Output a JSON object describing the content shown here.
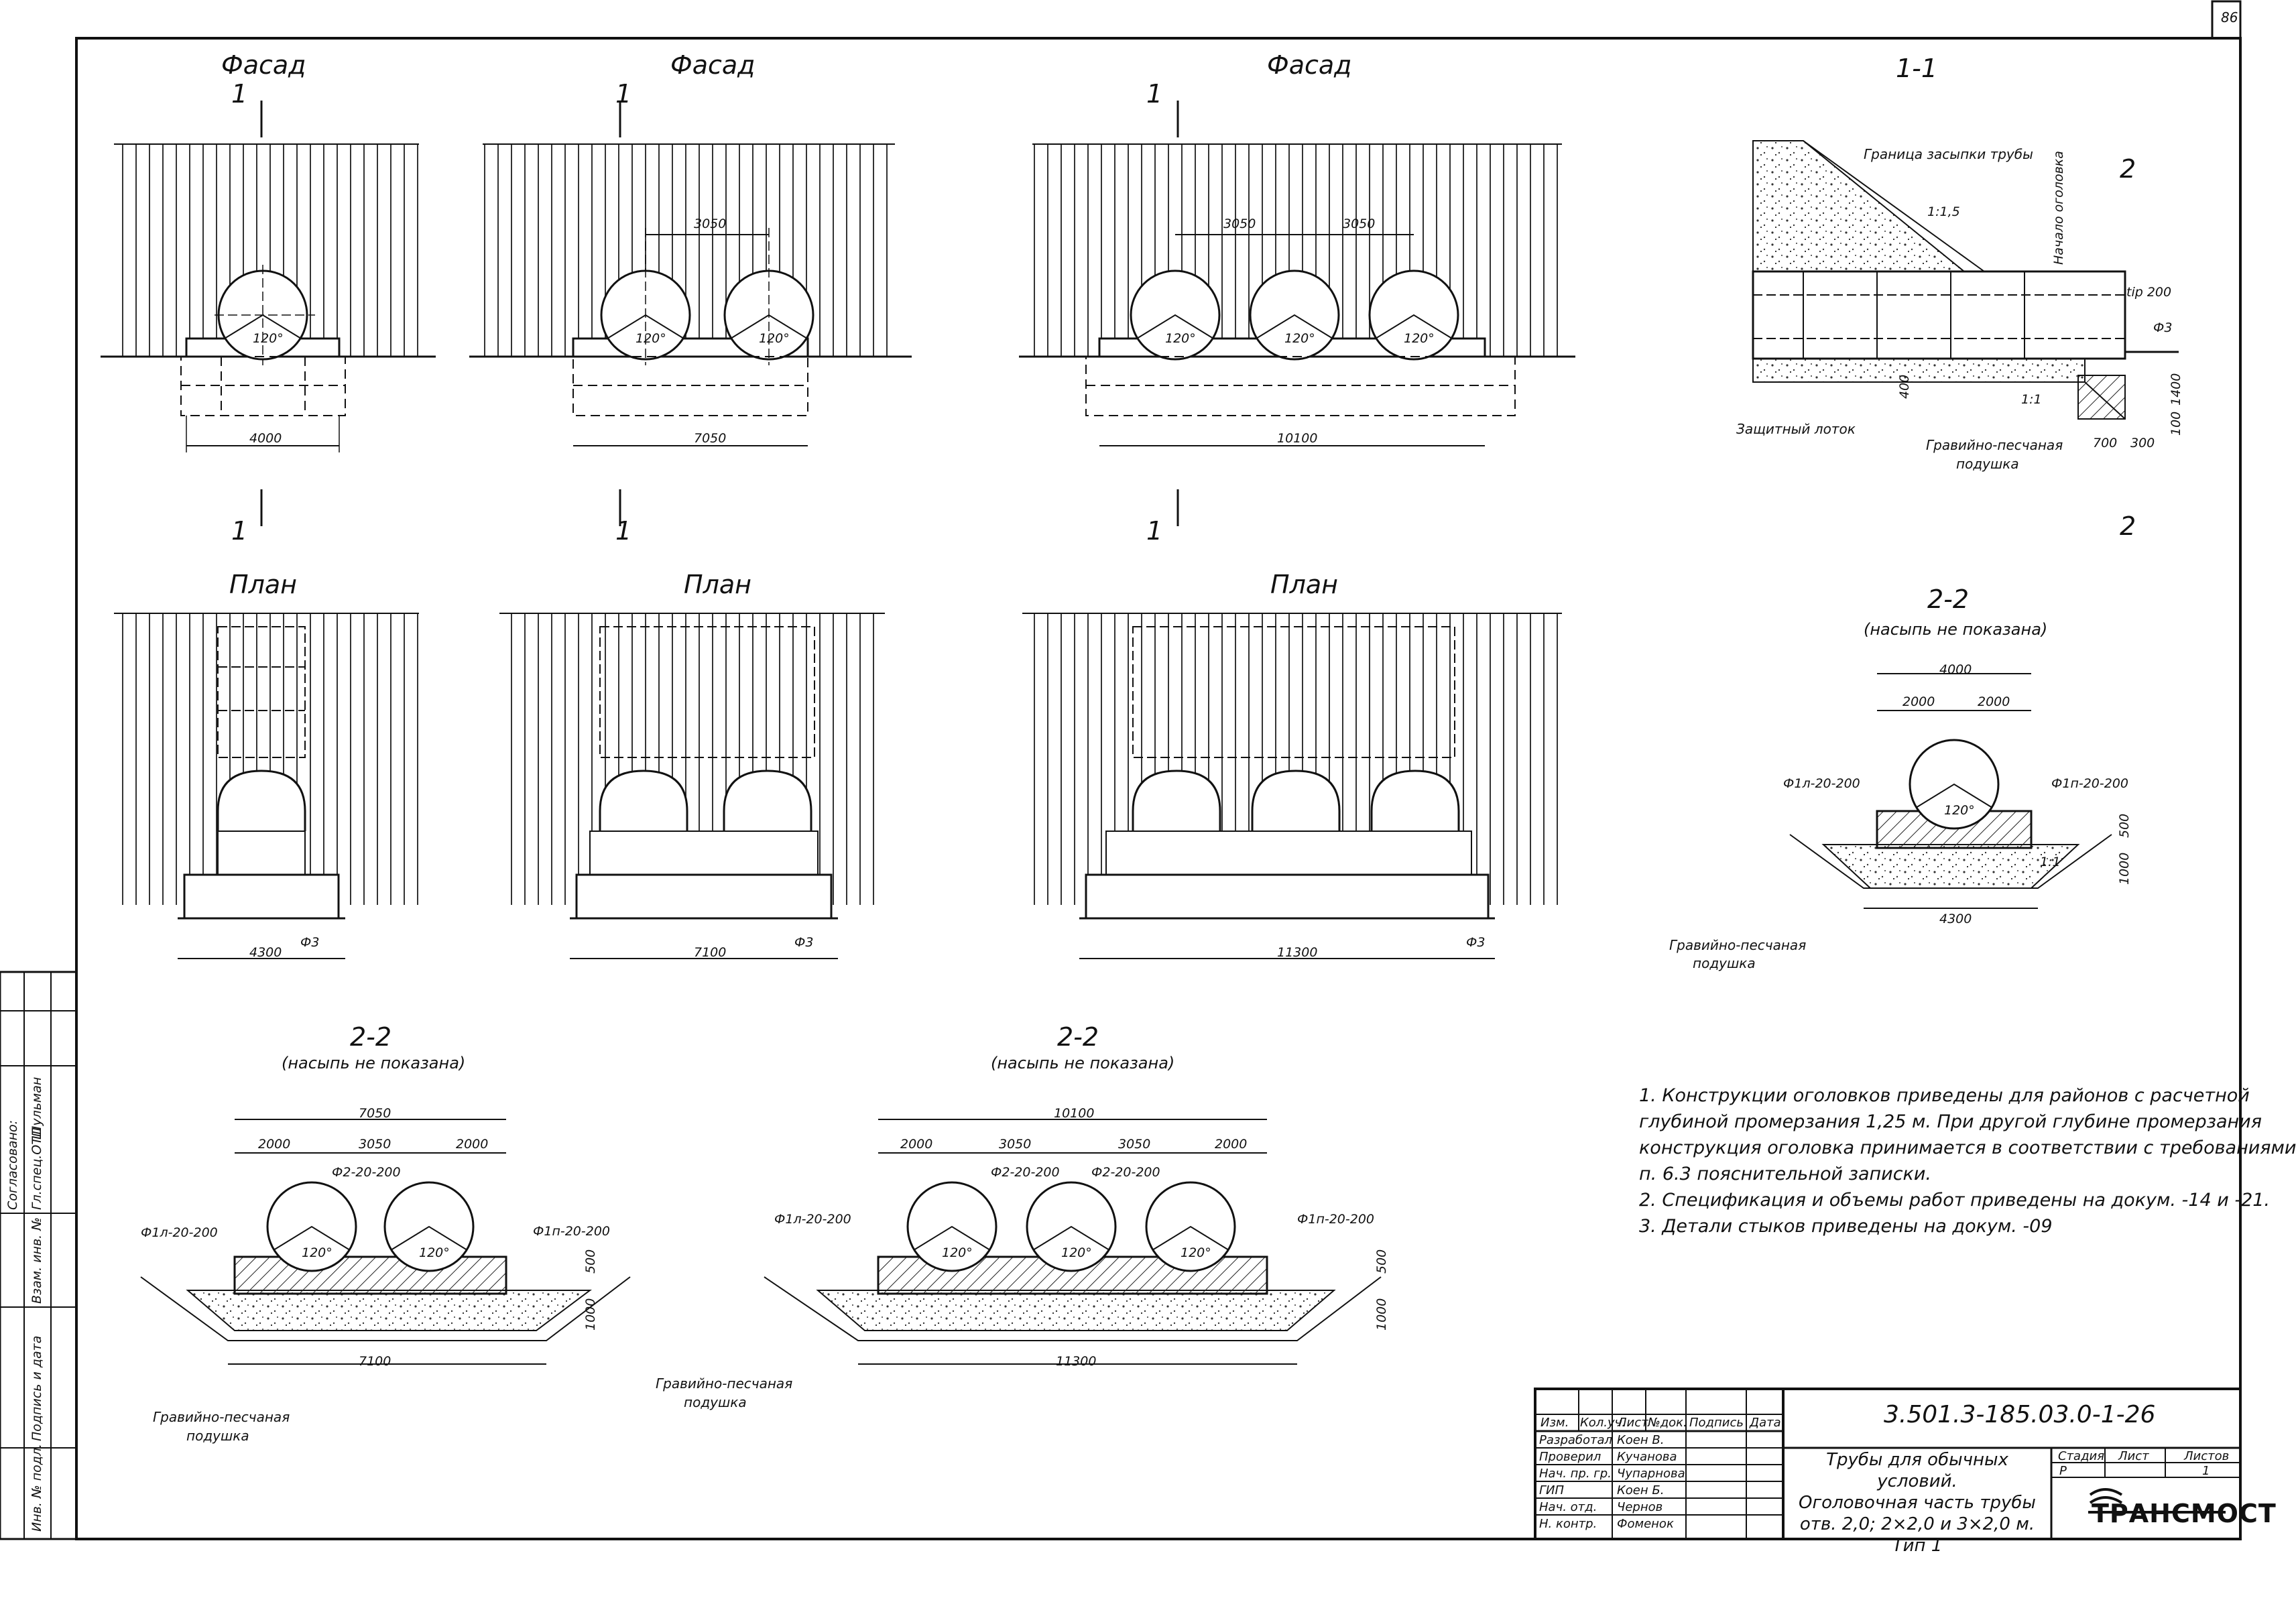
{
  "sheet_number": "86",
  "views": {
    "facade_title": "Фасад",
    "plan_title": "План",
    "section_1_title": "1-1",
    "section_2_title": "2-2",
    "section_2_subtitle": "(насыпь не показана)",
    "cut_mark_1": "1",
    "cut_mark_2": "2",
    "angle": "120°"
  },
  "facade_dims": {
    "single_width": "4000",
    "double_width": "7050",
    "triple_width": "10100",
    "pipe_spacing": "3050"
  },
  "plan_dims": {
    "single_width": "4300",
    "double_width": "7100",
    "triple_width": "11300",
    "rebar_mark": "Ф3"
  },
  "section_1_1": {
    "fill_boundary": "Граница засыпки трубы",
    "slope": "1:1,5",
    "head_start": "Начало оголовка",
    "tip": "tip 200",
    "rebar": "Ф3",
    "slope2": "1:1",
    "protective_tray": "Защитный лоток",
    "cushion_line1": "Гравийно-песчаная",
    "cushion_line2": "подушка",
    "dim_400": "400",
    "dim_1400": "1400",
    "dim_100": "100",
    "dim_700": "700",
    "dim_300": "300"
  },
  "section_2_2_single": {
    "top_total": "4000",
    "half_left": "2000",
    "half_right": "2000",
    "rebar_left": "Ф1л-20-200",
    "rebar_right": "Ф1п-20-200",
    "height_top": "500",
    "height_bottom": "1000",
    "bottom_width": "4300",
    "slope": "1:1",
    "cushion_line1": "Гравийно-песчаная",
    "cushion_line2": "подушка"
  },
  "section_2_2_double": {
    "top_total": "7050",
    "left": "2000",
    "middle": "3050",
    "right": "2000",
    "rebar_mid": "Ф2-20-200",
    "rebar_left": "Ф1л-20-200",
    "rebar_right": "Ф1п-20-200",
    "height_top": "500",
    "height_bottom": "1000",
    "bottom_width": "7100",
    "cushion_line1": "Гравийно-песчаная",
    "cushion_line2": "подушка"
  },
  "section_2_2_triple": {
    "top_total": "10100",
    "left": "2000",
    "middle1": "3050",
    "middle2": "3050",
    "right": "2000",
    "rebar_mid1": "Ф2-20-200",
    "rebar_mid2": "Ф2-20-200",
    "rebar_left": "Ф1л-20-200",
    "rebar_right": "Ф1п-20-200",
    "height_top": "500",
    "height_bottom": "1000",
    "bottom_width": "11300",
    "cushion_line1": "Гравийно-песчаная",
    "cushion_line2": "подушка"
  },
  "notes": [
    "1. Конструкции оголовков приведены для районов с расчетной",
    "глубиной промерзания 1,25 м. При другой глубине промерзания",
    "конструкция оголовка принимается в соответствии с требованиями",
    "п. 6.3 пояснительной записки.",
    "2. Спецификация и объемы работ приведены на докум. -14 и -21.",
    "3. Детали стыков приведены на докум. -09"
  ],
  "side_stamp": {
    "agreed": "Согласовано:",
    "chief_spec": "Гл.спец.ОТП",
    "chief_name": "Шульман",
    "replaced_inv": "Взам. инв. №",
    "sign_date": "Подпись и дата",
    "inv_orig": "Инв. № подл."
  },
  "title_block": {
    "doc_code": "3.501.3-185.03.0-1-26",
    "headers": [
      "Изм.",
      "Кол.уч.",
      "Лист",
      "№док.",
      "Подпись",
      "Дата"
    ],
    "roles": [
      {
        "role": "Разработал",
        "name": "Коен В."
      },
      {
        "role": "Проверил",
        "name": "Кучанова"
      },
      {
        "role": "Нач. пр. гр.",
        "name": "Чупарнова"
      },
      {
        "role": "ГИП",
        "name": "Коен Б."
      },
      {
        "role": "Нач. отд.",
        "name": "Чернов"
      },
      {
        "role": "Н. контр.",
        "name": "Фоменок"
      }
    ],
    "title_line1": "Трубы для обычных условий.",
    "title_line2": "Оголовочная часть трубы",
    "title_line3": "отв. 2,0; 2×2,0 и 3×2,0 м.",
    "title_line4": "Тип 1",
    "stage_label": "Стадия",
    "sheet_label": "Лист",
    "sheets_label": "Листов",
    "stage_value": "Р",
    "sheets_value": "1",
    "company": "ТРАНСМОСТ"
  }
}
